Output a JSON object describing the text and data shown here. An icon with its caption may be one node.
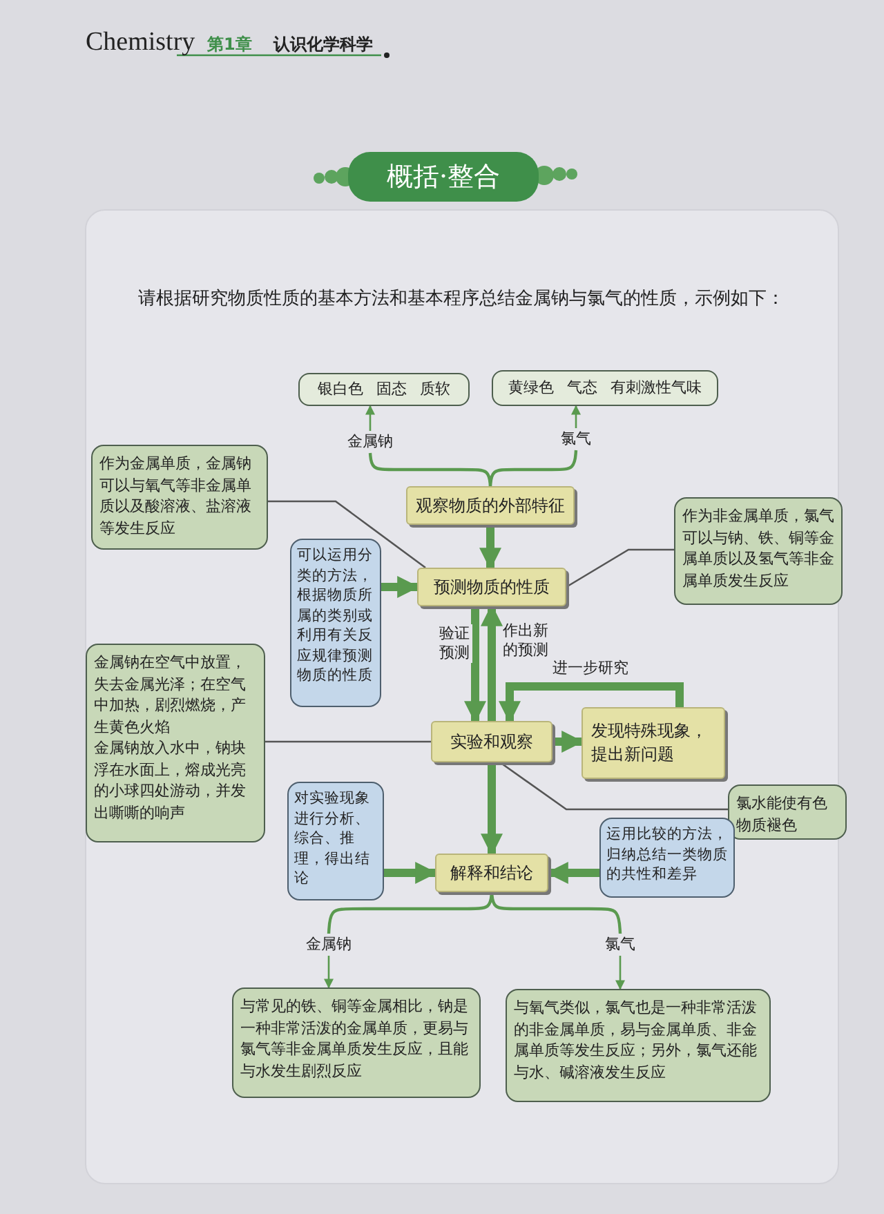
{
  "diagram": {
    "title": "概括·整合",
    "nodes": [
      {
        "text": [
          "银白色 固态 质软"
        ]
      },
      {
        "text": [
          "黄绿色 气态 有刺激性气味"
        ]
      },
      {
        "text": [
          "金属钠"
        ]
      },
      {
        "text": [
          "氯气"
        ]
      },
      {
        "text": [
          "作为金属单质，金属钠可以与氧气等非金属单质以及酸溶液、盐溶液等发生反应"
        ]
      },
      {
        "text": [
          "观察物质的外部特征"
        ]
      },
      {
        "text": [
          "作为非金属单质，氯气可以与钠、铁、铜等金属单质以及氢气等非金属单质发生反应"
        ]
      },
      {
        "text": [
          "可以运用分类的方法，根据物质所属的类别或利用有关反应规律预测物质的性质"
        ]
      },
      {
        "text": [
          "预测物质的性质"
        ]
      },
      {
        "text": [
          "金属钠在空气中放置，失去金属光泽；在空气中加热，剧烈燃烧，产生黄色火焰",
          "金属钠放入水中，钠块浮在水面上，熔成光亮的小球四处游动，并发出嘶嘶的响声"
        ]
      },
      {
        "text": [
          "实验和观察"
        ]
      },
      {
        "text": [
          "发现特殊现象，提出新问题"
        ]
      },
      {
        "text": [
          "氯水能使有色物质褪色"
        ]
      },
      {
        "text": [
          "对实验现象进行分析、综合、推理，得出结论"
        ]
      },
      {
        "text": [
          "解释和结论"
        ]
      },
      {
        "text": [
          "运用比较的方法，归纳总结一类物质的共性和差异"
        ]
      },
      {
        "text": [
          "金属钠"
        ]
      },
      {
        "text": [
          "氯气"
        ]
      },
      {
        "text": [
          "与常见的铁、铜等金属相比，钠是一种非常活泼的金属单质，更易与氯气等非金属单质发生反应，且能与水发生剧烈反应"
        ]
      },
      {
        "text": [
          "与氧气类似，氯气也是一种非常活泼的非金属单质，易与金属单质、非金属单质等发生反应；另外，氯气还能与水、碱溶液发生反应"
        ]
      }
    ],
    "edges": [
      {
        "from": 2,
        "to": 0,
        "arrow": "to"
      },
      {
        "from": 3,
        "to": 1,
        "arrow": "to"
      },
      {
        "from": 5,
        "to": 2,
        "arrow": "none"
      },
      {
        "from": 5,
        "to": 3,
        "arrow": "none"
      },
      {
        "from": 4,
        "to": 8,
        "arrow": "none",
        "color": "#555555"
      },
      {
        "from": 6,
        "to": 8,
        "arrow": "none",
        "color": "#555555"
      },
      {
        "from": 5,
        "to": 8,
        "arrow": "to",
        "style": "thick"
      },
      {
        "from": 7,
        "to": 8,
        "arrow": "to",
        "style": "thick"
      },
      {
        "from": 8,
        "to": 10,
        "arrow": "to",
        "style": "thick",
        "label": "验证预测"
      },
      {
        "from": 10,
        "to": 8,
        "arrow": "to",
        "style": "thick",
        "label": "作出新的预测"
      },
      {
        "from": 10,
        "to": 11,
        "arrow": "to",
        "style": "thick"
      },
      {
        "from": 11,
        "to": 10,
        "arrow": "to",
        "style": "thick",
        "label": "进一步研究"
      },
      {
        "from": 9,
        "to": 10,
        "arrow": "none",
        "color": "#555555"
      },
      {
        "from": 12,
        "to": 10,
        "arrow": "none",
        "color": "#555555"
      },
      {
        "from": 10,
        "to": 14,
        "arrow": "to",
        "style": "thick"
      },
      {
        "from": 13,
        "to": 14,
        "arrow": "to",
        "style": "thick"
      },
      {
        "from": 15,
        "to": 14,
        "arrow": "to",
        "style": "thick"
      },
      {
        "from": 14,
        "to": 16,
        "arrow": "none"
      },
      {
        "from": 14,
        "to": 17,
        "arrow": "none"
      },
      {
        "from": 16,
        "to": 18,
        "arrow": "to"
      },
      {
        "from": 17,
        "to": 19,
        "arrow": "to"
      }
    ],
    "labels": [
      "Chemistry",
      "第1章",
      "认识化学科学",
      "请根据研究物质性质的基本方法和基本程序总结金属钠与氯气的性质，示例如下："
    ]
  }
}
